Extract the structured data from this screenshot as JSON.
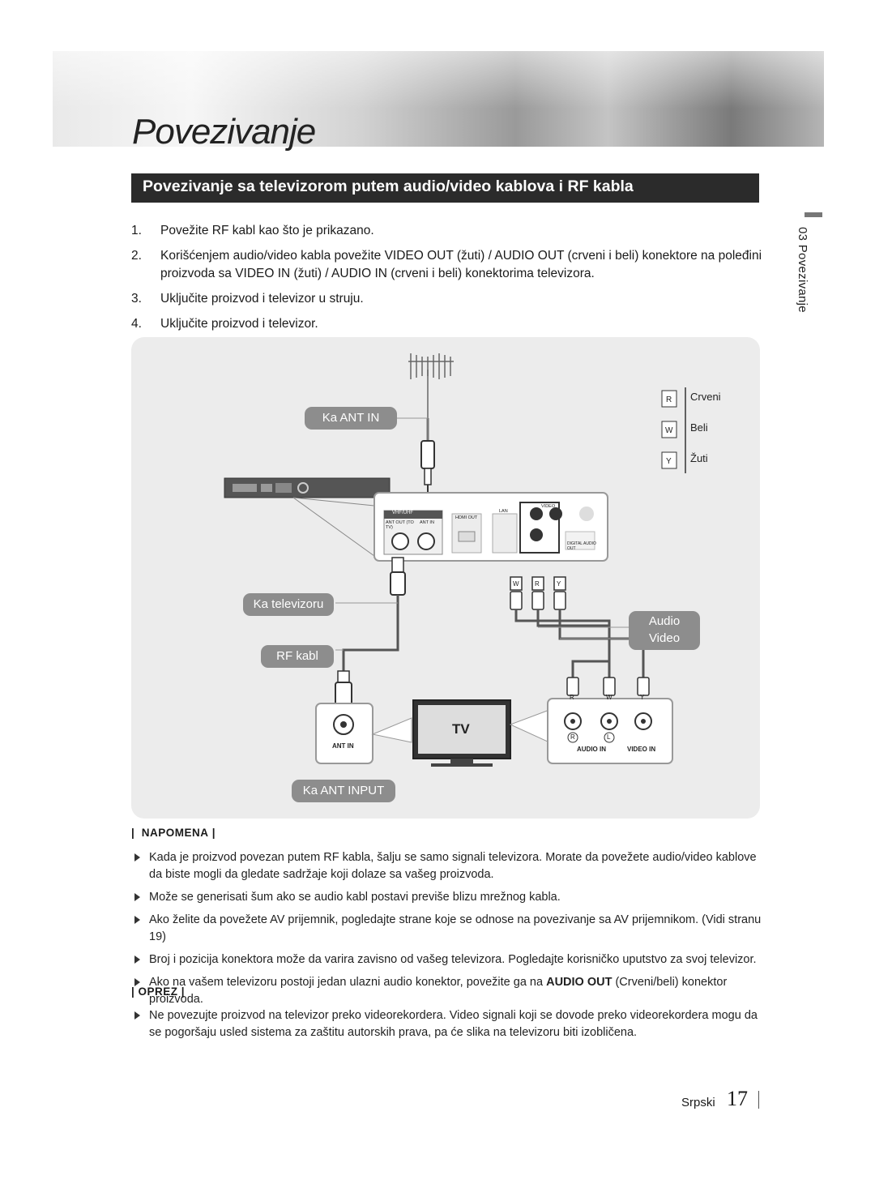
{
  "header": {
    "title": "Povezivanje"
  },
  "section": {
    "title": "Povezivanje sa televizorom putem audio/video kablova i RF kabla"
  },
  "side_tab": {
    "label": "03 Povezivanje"
  },
  "steps": [
    {
      "num": "1.",
      "text": "Povežite RF kabl kao što je prikazano."
    },
    {
      "num": "2.",
      "pre": "Korišćenjem audio/video kabla povežite ",
      "bold1": "VIDEO OUT (žuti) / AUDIO OUT (crveni i beli)",
      "mid": " konektore na poleđini proizvoda sa ",
      "bold2": "VIDEO IN (žuti) / AUDIO IN (crveni i beli)",
      "post": " konektorima televizora."
    },
    {
      "num": "3.",
      "text": "Uključite proizvod i televizor u struju."
    },
    {
      "num": "4.",
      "text": "Uključite proizvod i televizor."
    }
  ],
  "diagram": {
    "ant_in_label": "Ka ANT IN",
    "to_tv_label": "Ka televizoru",
    "rf_cable_label": "RF kabl",
    "ant_input_label": "Ka ANT INPUT",
    "audio_label": "Audio",
    "video_label": "Video",
    "tv_label": "TV",
    "legend": [
      {
        "letter": "R",
        "name": "Crveni"
      },
      {
        "letter": "W",
        "name": "Beli"
      },
      {
        "letter": "Y",
        "name": "Žuti"
      }
    ],
    "panel": {
      "vhf_uhf": "VHF/UHF",
      "ant_out": "ANT OUT (TO TV)",
      "ant_in": "ANT IN",
      "hdmi_out": "HDMI OUT",
      "lan": "LAN",
      "video": "VIDEO",
      "digital_audio_out": "DIGITAL AUDIO OUT"
    },
    "plug_letters": [
      "W",
      "R",
      "Y"
    ],
    "tv_plug_letters": [
      "R",
      "W",
      "Y"
    ],
    "tv_ant_in": "ANT IN",
    "tv_audio_in": "AUDIO IN",
    "tv_video_in": "VIDEO IN",
    "tv_r": "R",
    "tv_l": "L"
  },
  "note": {
    "heading": "NAPOMENA",
    "items": [
      "Kada je proizvod povezan putem RF kabla, šalju se samo signali televizora. Morate da povežete audio/video kablove da biste mogli da gledate sadržaje koji dolaze sa vašeg proizvoda.",
      "Može se generisati šum ako se audio kabl postavi previše blizu mrežnog kabla.",
      "Ako želite da povežete AV prijemnik, pogledajte strane koje se odnose na povezivanje sa AV prijemnikom. (Vidi stranu 19)",
      "Broj i pozicija konektora može da varira zavisno od vašeg televizora. Pogledajte korisničko uputstvo za svoj televizor."
    ],
    "last": {
      "pre": "Ako na vašem televizoru postoji jedan ulazni audio konektor, povežite ga na ",
      "bold": "AUDIO OUT",
      "post": " (Crveni/beli) konektor proizvoda."
    }
  },
  "caution": {
    "heading": "OPREZ",
    "items": [
      "Ne povezujte proizvod na televizor preko videorekordera. Video signali koji se dovode preko videorekordera mogu da se pogoršaju usled sistema za zaštitu autorskih prava, pa će slika na televizoru biti izobličena."
    ]
  },
  "footer": {
    "language": "Srpski",
    "page": "17"
  }
}
